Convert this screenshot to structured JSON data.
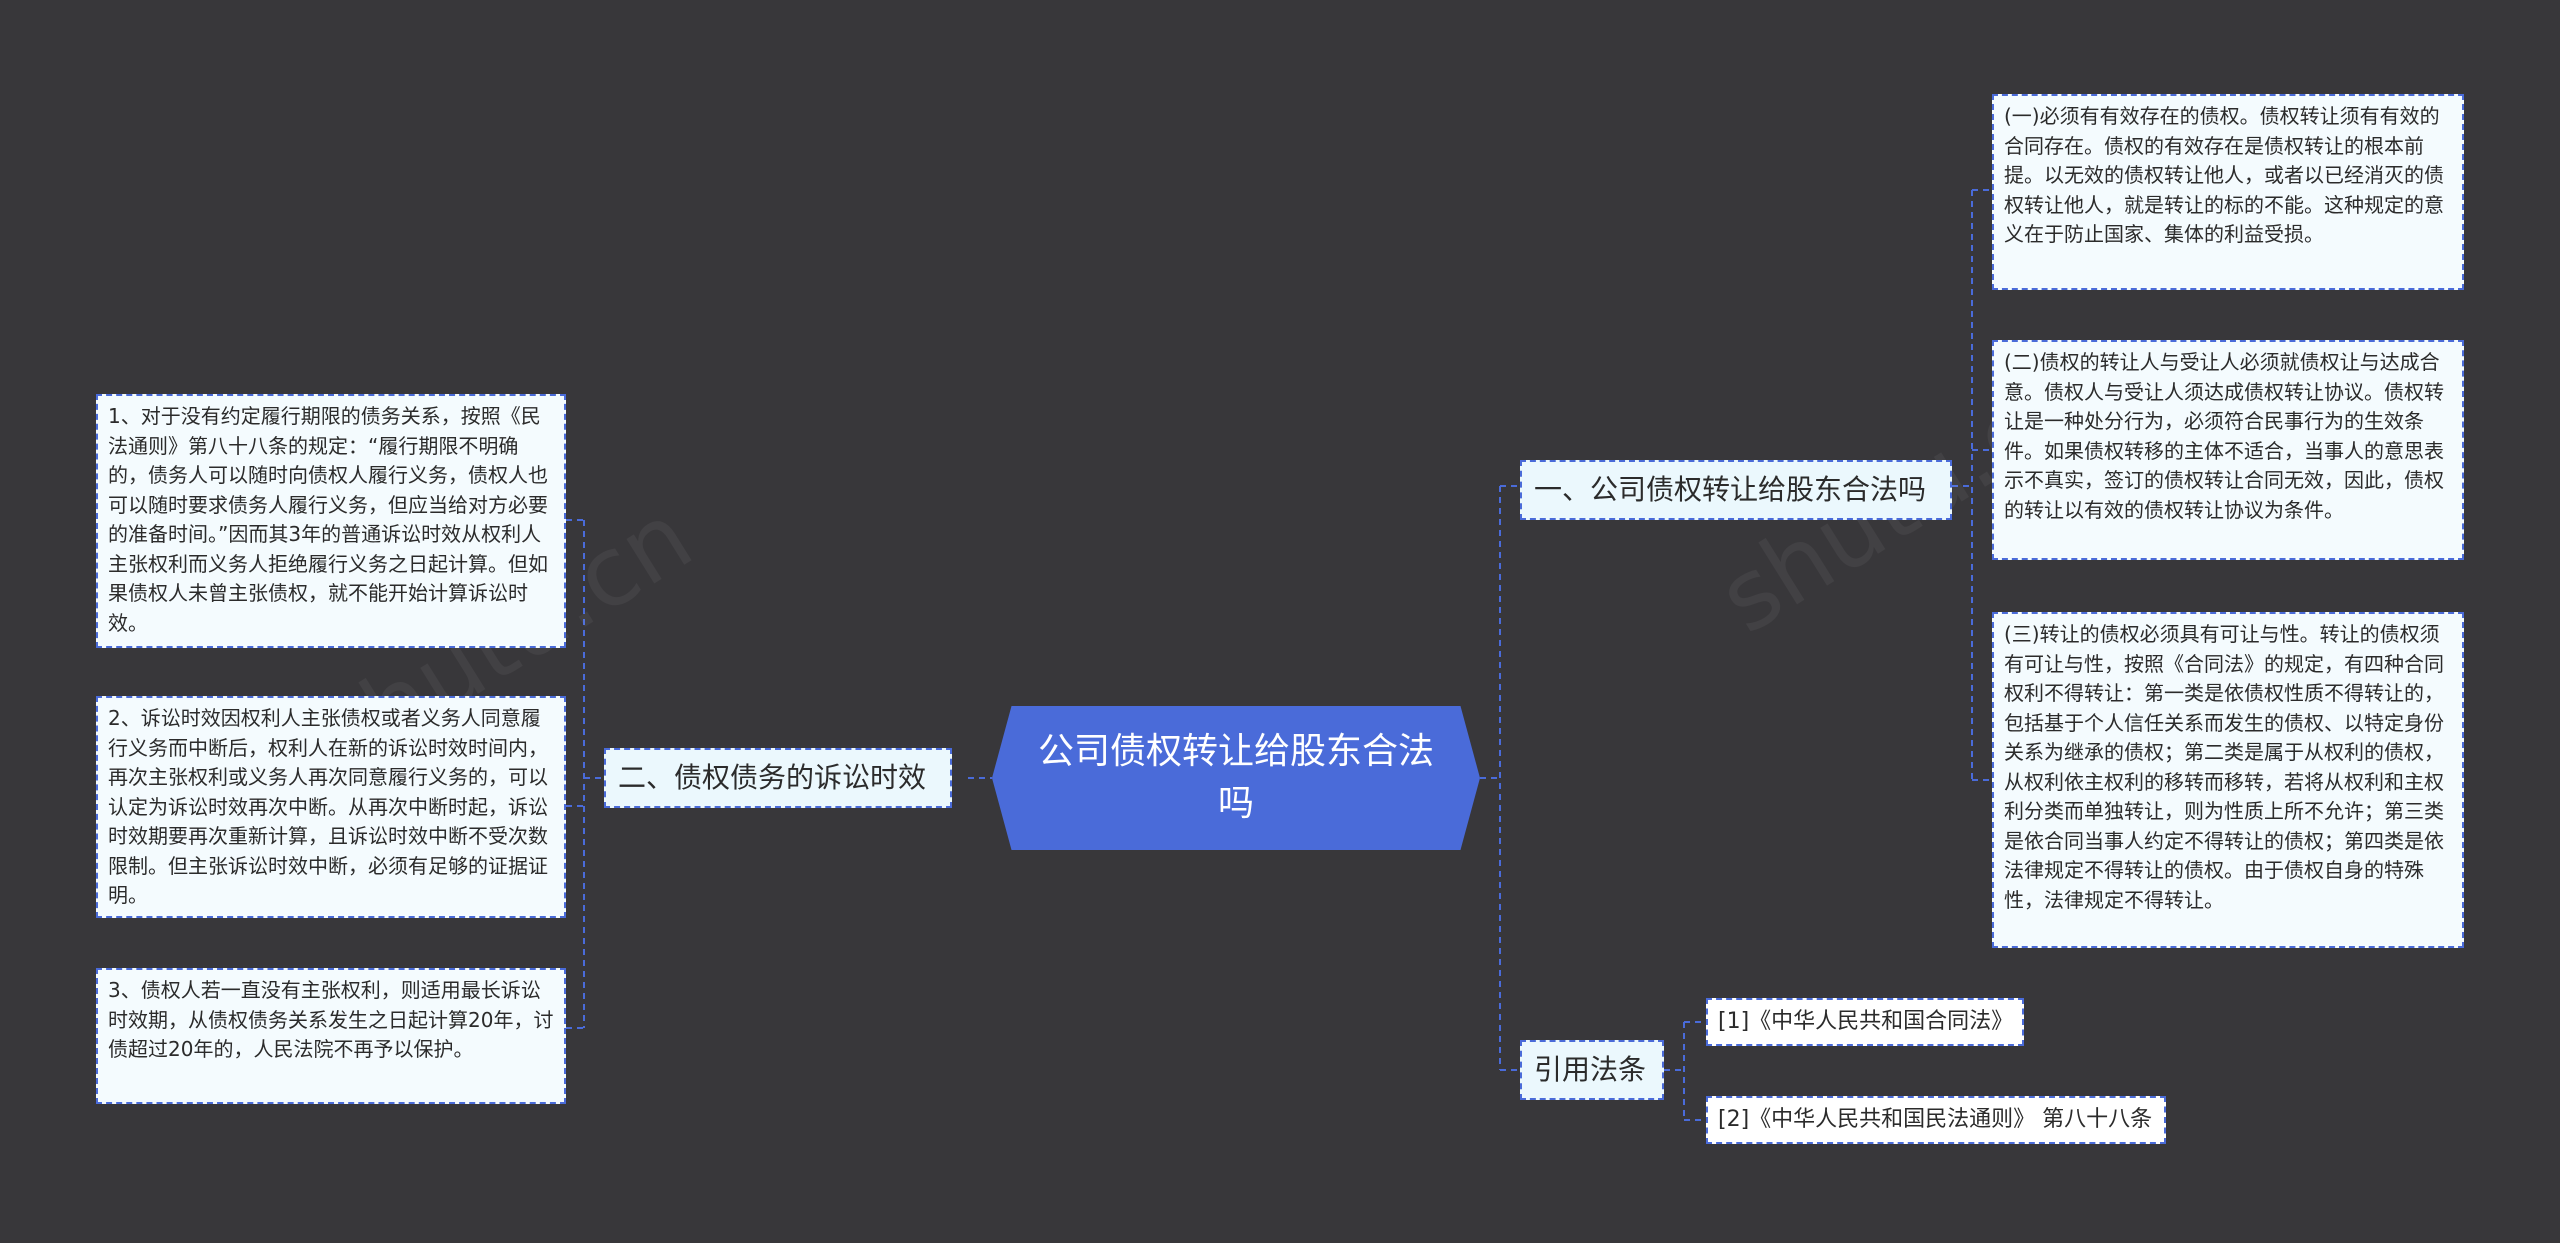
{
  "colors": {
    "background": "#38373a",
    "root_fill": "#4a6bd9",
    "connector": "#4a6bd9",
    "node_fill": "#ebf8fd"
  },
  "root": {
    "label": "公司债权转让给股东合法吗"
  },
  "branches": {
    "legal_question": {
      "label": "一、公司债权转让给股东合法吗",
      "items": [
        "(一)必须有有效存在的债权。债权转让须有有效的合同存在。债权的有效存在是债权转让的根本前提。以无效的债权转让他人，或者以已经消灭的债权转让他人，就是转让的标的不能。这种规定的意义在于防止国家、集体的利益受损。",
        "(二)债权的转让人与受让人必须就债权让与达成合意。债权人与受让人须达成债权转让协议。债权转让是一种处分行为，必须符合民事行为的生效条件。如果债权转移的主体不适合，当事人的意思表示不真实，签订的债权转让合同无效，因此，债权的转让以有效的债权转让协议为条件。",
        "(三)转让的债权必须具有可让与性。转让的债权须有可让与性，按照《合同法》的规定，有四种合同权利不得转让：第一类是依债权性质不得转让的，包括基于个人信任关系而发生的债权、以特定身份关系为继承的债权；第二类是属于从权利的债权，从权利依主权利的移转而移转，若将从权利和主权利分类而单独转让，则为性质上所不允许；第三类是依合同当事人约定不得转让的债权；第四类是依法律规定不得转让的债权。由于债权自身的特殊性，法律规定不得转让。"
      ]
    },
    "limitation": {
      "label": "二、债权债务的诉讼时效",
      "items": [
        "1、对于没有约定履行期限的债务关系，按照《民法通则》第八十八条的规定：“履行期限不明确的，债务人可以随时向债权人履行义务，债权人也可以随时要求债务人履行义务，但应当给对方必要的准备时间。”因而其3年的普通诉讼时效从权利人主张权利而义务人拒绝履行义务之日起计算。但如果债权人未曾主张债权，就不能开始计算诉讼时效。",
        "2、诉讼时效因权利人主张债权或者义务人同意履行义务而中断后，权利人在新的诉讼时效时间内，再次主张权利或义务人再次同意履行义务的，可以认定为诉讼时效再次中断。从再次中断时起，诉讼时效期要再次重新计算，且诉讼时效中断不受次数限制。但主张诉讼时效中断，必须有足够的证据证明。",
        "3、债权人若一直没有主张权利，则适用最长诉讼时效期，从债权债务关系发生之日起计算20年，讨债超过20年的，人民法院不再予以保护。"
      ]
    },
    "citations": {
      "label": "引用法条",
      "items": [
        "[1]《中华人民共和国合同法》",
        "[2]《中华人民共和国民法通则》 第八十八条"
      ]
    }
  },
  "watermark": {
    "text": "shutu.cn"
  }
}
